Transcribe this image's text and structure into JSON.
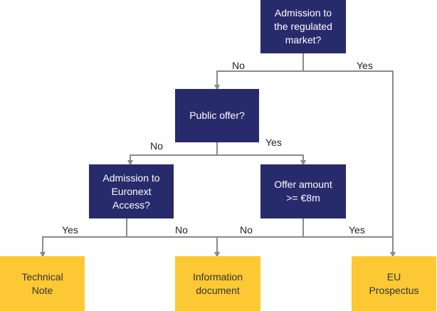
{
  "colors": {
    "decision_fill": "#272a6b",
    "outcome_fill": "#fcc934",
    "connector": "#8a8a8a"
  },
  "decisions": {
    "regulated_market": "Admission to\nthe regulated\nmarket?",
    "public_offer": "Public offer?",
    "euronext_access": "Admission to\nEuronext\nAccess?",
    "offer_amount": "Offer amount\n>= €8m"
  },
  "outcomes": {
    "technical_note": "Technical\nNote",
    "information_document": "Information\ndocument",
    "eu_prospectus": "EU\nProspectus"
  },
  "edge_labels": {
    "regulated_no": "No",
    "regulated_yes": "Yes",
    "public_offer_no": "No",
    "public_offer_yes": "Yes",
    "euronext_yes": "Yes",
    "euronext_no": "No",
    "offer_amount_no": "No",
    "offer_amount_yes": "Yes"
  }
}
